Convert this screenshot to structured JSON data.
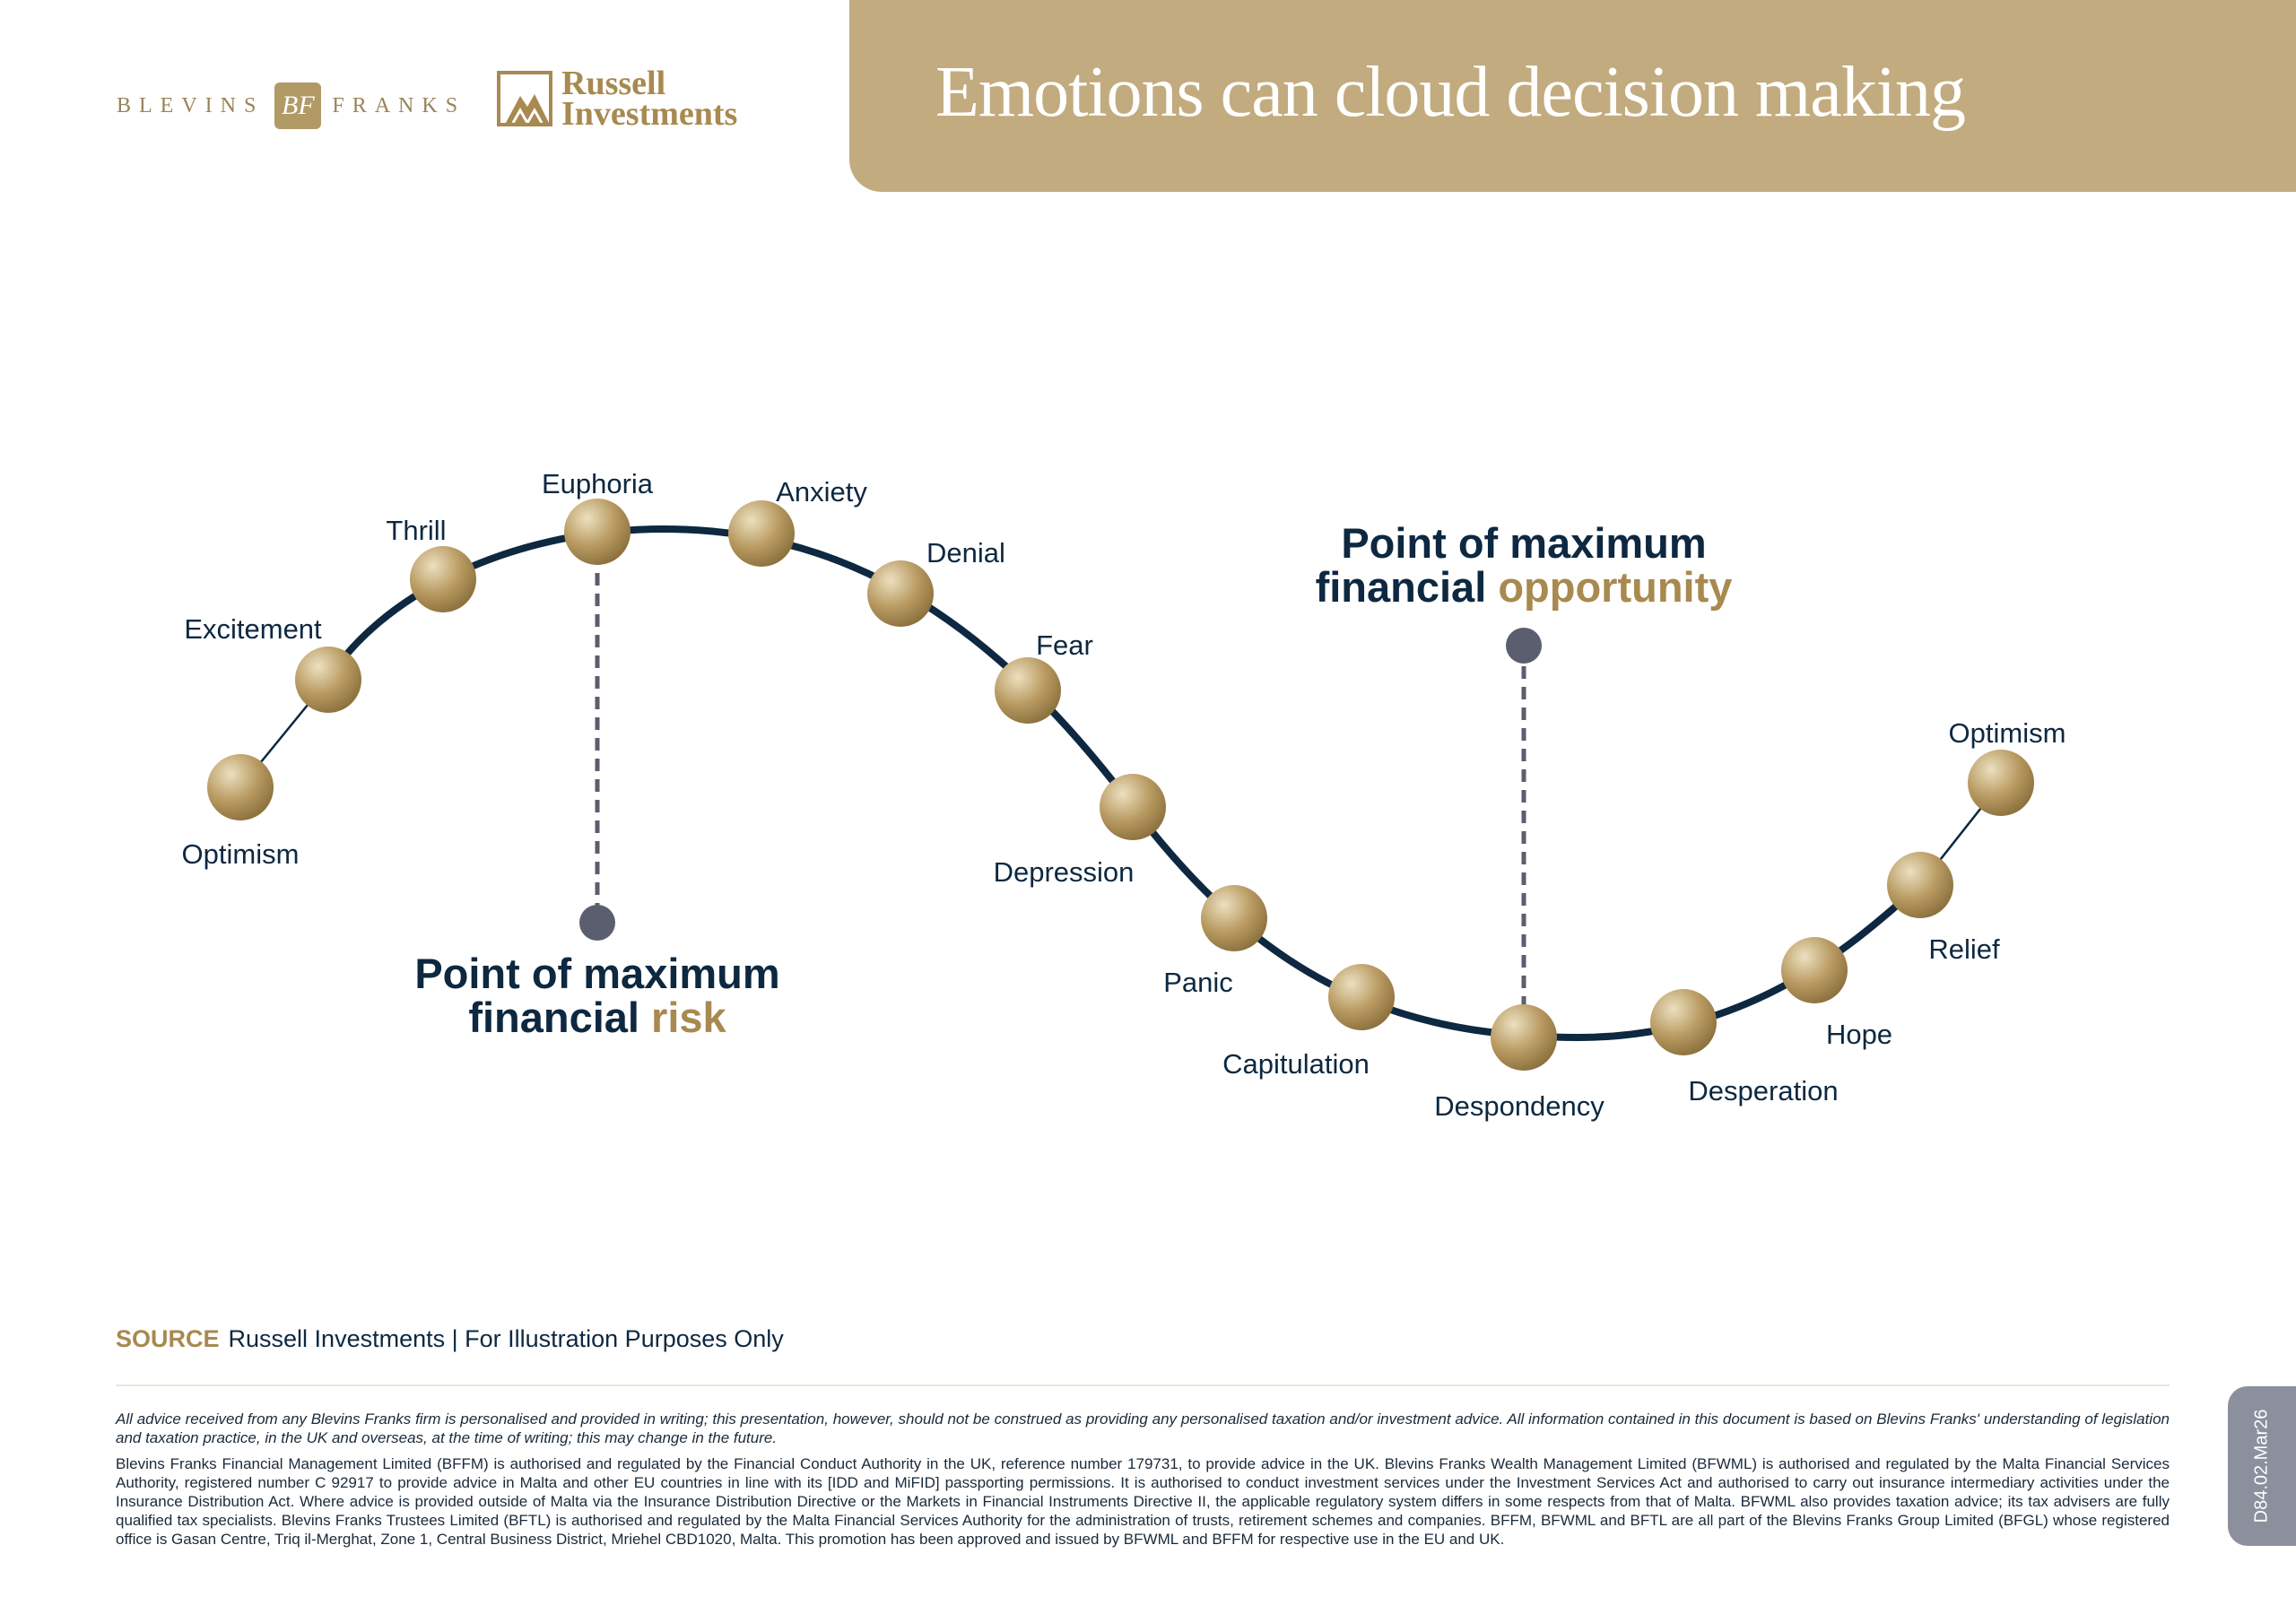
{
  "header": {
    "title": "Emotions can cloud decision making",
    "logos": {
      "blevins_left": "BLEVINS",
      "blevins_monogram": "BF",
      "blevins_right": "FRANKS",
      "russell_line1": "Russell",
      "russell_line2": "Investments"
    }
  },
  "colors": {
    "gold": "#a8894f",
    "banner": "#c2ab7e",
    "navy": "#0d2840",
    "marker_grey": "#5a5e6e"
  },
  "diagram": {
    "stages": [
      {
        "id": "optimism-start",
        "label": "Optimism"
      },
      {
        "id": "excitement",
        "label": "Excitement"
      },
      {
        "id": "thrill",
        "label": "Thrill"
      },
      {
        "id": "euphoria",
        "label": "Euphoria"
      },
      {
        "id": "anxiety",
        "label": "Anxiety"
      },
      {
        "id": "denial",
        "label": "Denial"
      },
      {
        "id": "fear",
        "label": "Fear"
      },
      {
        "id": "depression",
        "label": "Depression"
      },
      {
        "id": "panic",
        "label": "Panic"
      },
      {
        "id": "capitulation",
        "label": "Capitulation"
      },
      {
        "id": "despondency",
        "label": "Despondency"
      },
      {
        "id": "desperation",
        "label": "Desperation"
      },
      {
        "id": "hope",
        "label": "Hope"
      },
      {
        "id": "relief",
        "label": "Relief"
      },
      {
        "id": "optimism-end",
        "label": "Optimism"
      }
    ],
    "risk_callout": {
      "line1": "Point of maximum",
      "line2_prefix": "financial",
      "line2_highlight": "risk"
    },
    "opportunity_callout": {
      "line1": "Point of maximum",
      "line2_prefix": "financial",
      "line2_highlight": "opportunity"
    }
  },
  "source": {
    "label": "SOURCE",
    "text": "Russell Investments | For Illustration Purposes Only"
  },
  "disclaimer": {
    "italic": "All advice received from any Blevins Franks firm is personalised and provided in writing; this presentation, however, should not be construed as providing any personalised taxation and/or investment advice. All information contained in this document is based on Blevins Franks' understanding of legislation and taxation practice, in the UK and overseas, at the time of writing; this may change in the future.",
    "regulatory": "Blevins Franks Financial Management Limited (BFFM) is authorised and regulated by the Financial Conduct Authority in the UK, reference number 179731, to provide advice in the UK. Blevins Franks Wealth Management Limited (BFWML) is authorised and regulated by the Malta Financial Services Authority, registered number C 92917 to provide advice in Malta and other EU countries in line with its [IDD and MiFID] passporting permissions. It is authorised to conduct investment services under the Investment Services Act and authorised to carry out insurance intermediary activities under the Insurance Distribution Act. Where advice is provided outside of Malta via the Insurance Distribution Directive or the Markets in Financial Instruments Directive II, the applicable regulatory system differs in some respects from that of Malta. BFWML also provides taxation advice; its tax advisers are fully qualified tax specialists. Blevins Franks Trustees Limited (BFTL) is authorised and regulated by the Malta Financial Services Authority for the administration of trusts, retirement schemes and companies. BFFM, BFWML and BFTL are all part of the Blevins Franks Group Limited (BFGL) whose registered office is Gasan Centre, Triq il-Merghat, Zone 1, Central Business District, Mriehel CBD1020, Malta. This promotion has been approved and issued by BFWML and BFFM for respective use in the EU and UK."
  },
  "reference_code": "D84.02.Mar26"
}
